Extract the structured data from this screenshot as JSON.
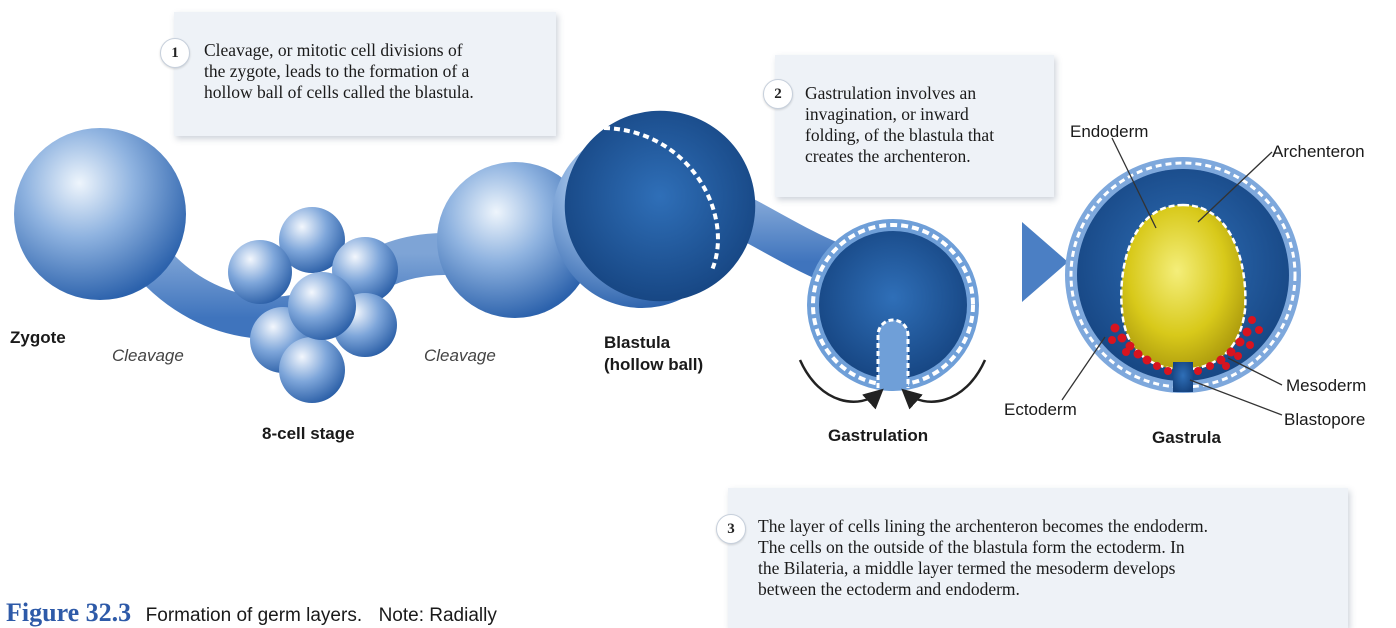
{
  "callouts": [
    {
      "number": "1",
      "lines": [
        "Cleavage, or mitotic cell divisions of",
        "the zygote, leads to the formation of a",
        "hollow ball of cells called the blastula."
      ]
    },
    {
      "number": "2",
      "lines": [
        "Gastrulation involves an",
        "invagination, or inward",
        "folding, of the blastula that",
        "creates the archenteron."
      ]
    },
    {
      "number": "3",
      "lines": [
        "The layer of cells lining the archenteron becomes the endoderm.",
        "The cells on the outside of the blastula form the ectoderm. In",
        "the Bilateria, a middle layer termed the mesoderm develops",
        "between the ectoderm and endoderm."
      ]
    }
  ],
  "stages": {
    "zygote": "Zygote",
    "eight_cell": "8-cell stage",
    "blastula_line1": "Blastula",
    "blastula_line2": "(hollow ball)",
    "gastrulation": "Gastrulation",
    "gastrula": "Gastrula"
  },
  "process_labels": {
    "cleavage_1": "Cleavage",
    "cleavage_2": "Cleavage"
  },
  "structures": {
    "endoderm": "Endoderm",
    "archenteron": "Archenteron",
    "mesoderm": "Mesoderm",
    "ectoderm": "Ectoderm",
    "blastopore": "Blastopore"
  },
  "caption": {
    "figure": "Figure 32.3",
    "title": "Formation of germ layers.",
    "note": "Note: Radially"
  },
  "colors": {
    "cell_blue": "#3d75bf",
    "dark_blue": "#1f4f93",
    "endoderm_yellow": "#d9cc1c",
    "mesoderm_red": "#d8141f",
    "figure_label": "#2e5aa8"
  }
}
